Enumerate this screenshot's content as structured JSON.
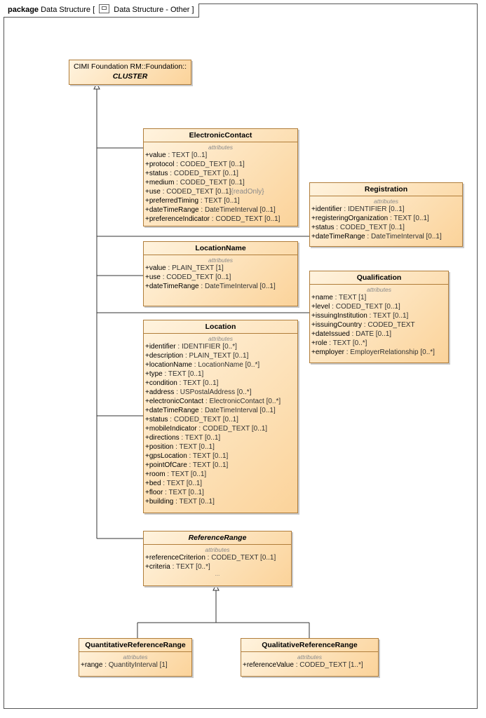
{
  "frame": {
    "keyword": "package",
    "name": "Data Structure",
    "diagram": "Data Structure - Other"
  },
  "cluster": {
    "line1": "CIMI Foundation RM::Foundation::",
    "line2": "CLUSTER"
  },
  "classes": {
    "electronic_contact": {
      "name": "ElectronicContact",
      "stereotype": "attributes",
      "attributes": [
        {
          "name": "+value",
          "type": " : TEXT [0..1]"
        },
        {
          "name": "+protocol",
          "type": " : CODED_TEXT [0..1]"
        },
        {
          "name": "+status",
          "type": " : CODED_TEXT [0..1]"
        },
        {
          "name": "+medium",
          "type": " : CODED_TEXT [0..1]"
        },
        {
          "name": "+use",
          "type": " : CODED_TEXT [0..1]",
          "constraint": "{readOnly}"
        },
        {
          "name": "+preferredTiming",
          "type": " : TEXT [0..1]"
        },
        {
          "name": "+dateTimeRange",
          "type": " : DateTimeInterval [0..1]"
        },
        {
          "name": "+preferenceIndicator",
          "type": " : CODED_TEXT [0..1]"
        }
      ]
    },
    "registration": {
      "name": "Registration",
      "stereotype": "attributes",
      "attributes": [
        {
          "name": "+identifier",
          "type": " : IDENTIFIER [0..1]"
        },
        {
          "name": "+registeringOrganization",
          "type": " : TEXT [0..1]"
        },
        {
          "name": "+status",
          "type": " : CODED_TEXT [0..1]"
        },
        {
          "name": "+dateTimeRange",
          "type": " : DateTimeInterval [0..1]"
        }
      ]
    },
    "location_name": {
      "name": "LocationName",
      "stereotype": "attributes",
      "attributes": [
        {
          "name": "+value",
          "type": " : PLAIN_TEXT [1]"
        },
        {
          "name": "+use",
          "type": " : CODED_TEXT [0..1]"
        },
        {
          "name": "+dateTimeRange",
          "type": " : DateTimeInterval [0..1]"
        }
      ]
    },
    "qualification": {
      "name": "Qualification",
      "stereotype": "attributes",
      "attributes": [
        {
          "name": "+name",
          "type": " : TEXT [1]"
        },
        {
          "name": "+level",
          "type": " : CODED_TEXT [0..1]"
        },
        {
          "name": "+issuingInstitution",
          "type": " : TEXT [0..1]"
        },
        {
          "name": "+issuingCountry",
          "type": " : CODED_TEXT"
        },
        {
          "name": "+dateIssued",
          "type": " : DATE [0..1]"
        },
        {
          "name": "+role",
          "type": " : TEXT [0..*]"
        },
        {
          "name": "+employer",
          "type": " : EmployerRelationship [0..*]"
        }
      ]
    },
    "location": {
      "name": "Location",
      "stereotype": "attributes",
      "attributes": [
        {
          "name": "+identifier",
          "type": " : IDENTIFIER [0..*]"
        },
        {
          "name": "+description",
          "type": " : PLAIN_TEXT [0..1]"
        },
        {
          "name": "+locationName",
          "type": " : LocationName [0..*]"
        },
        {
          "name": "+type",
          "type": " : TEXT [0..1]"
        },
        {
          "name": "+condition",
          "type": " : TEXT [0..1]"
        },
        {
          "name": "+address",
          "type": " : USPostalAddress [0..*]"
        },
        {
          "name": "+electronicContact",
          "type": " : ElectronicContact [0..*]"
        },
        {
          "name": "+dateTimeRange",
          "type": " : DateTimeInterval [0..1]"
        },
        {
          "name": "+status",
          "type": " : CODED_TEXT [0..1]"
        },
        {
          "name": "+mobileIndicator",
          "type": " : CODED_TEXT [0..1]"
        },
        {
          "name": "+directions",
          "type": " : TEXT [0..1]"
        },
        {
          "name": "+position",
          "type": " : TEXT [0..1]"
        },
        {
          "name": "+gpsLocation",
          "type": " : TEXT [0..1]"
        },
        {
          "name": "+pointOfCare",
          "type": " : TEXT [0..1]"
        },
        {
          "name": "+room",
          "type": " : TEXT [0..1]"
        },
        {
          "name": "+bed",
          "type": " : TEXT [0..1]"
        },
        {
          "name": "+floor",
          "type": " : TEXT [0..1]"
        },
        {
          "name": "+building",
          "type": " : TEXT [0..1]"
        }
      ]
    },
    "reference_range": {
      "name": "ReferenceRange",
      "stereotype": "attributes",
      "ellipsis": "...",
      "attributes": [
        {
          "name": "+referenceCriterion",
          "type": " : CODED_TEXT [0..1]"
        },
        {
          "name": "+criteria",
          "type": " : TEXT [0..*]"
        }
      ]
    },
    "quantitative_reference_range": {
      "name": "QuantitativeReferenceRange",
      "stereotype": "attributes",
      "attributes": [
        {
          "name": "+range",
          "type": " : QuantityInterval [1]"
        }
      ]
    },
    "qualitative_reference_range": {
      "name": "QualitativeReferenceRange",
      "stereotype": "attributes",
      "attributes": [
        {
          "name": "+referenceValue",
          "type": " : CODED_TEXT [1..*]"
        }
      ]
    }
  }
}
